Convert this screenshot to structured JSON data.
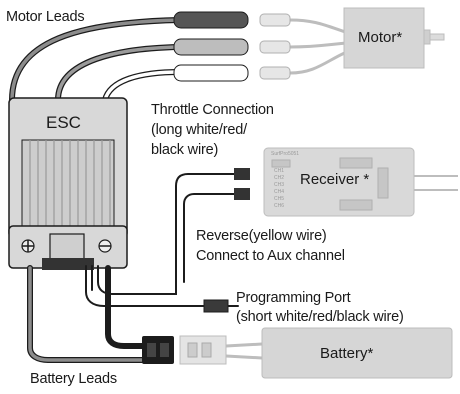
{
  "labels": {
    "motor_leads": "Motor Leads",
    "esc": "ESC",
    "motor": "Motor*",
    "throttle_line1": "Throttle Connection",
    "throttle_line2": "(long white/red/",
    "throttle_line3": "black wire)",
    "receiver": "Receiver *",
    "reverse_line1": "Reverse(yellow wire)",
    "reverse_line2": "Connect to Aux channel",
    "programming_line1": "Programming Port",
    "programming_line2": "(short white/red/black wire)",
    "battery": "Battery*",
    "battery_leads": "Battery Leads"
  },
  "receiver_detail": {
    "model": "SurfPro5051",
    "channels": [
      "CH1",
      "CH2",
      "CH3",
      "CH4",
      "CH5",
      "CH6"
    ]
  },
  "colors": {
    "component_fill": "#d9d9d9",
    "component_stroke": "#9a9a9a",
    "wire_dark": "#1c1c1c",
    "wire_gray": "#8c8c8c"
  }
}
